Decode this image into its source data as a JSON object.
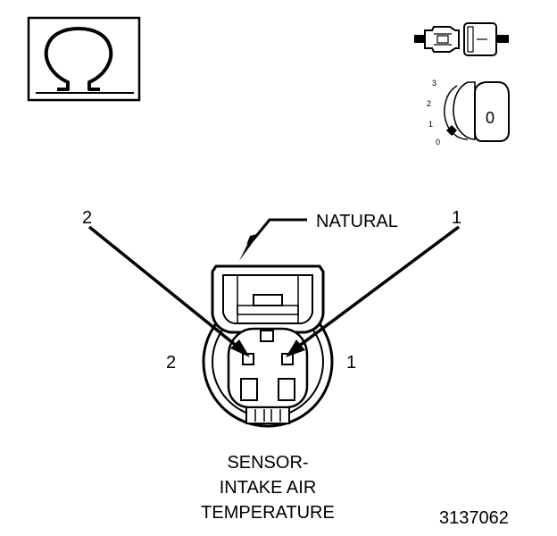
{
  "meter_symbol": {
    "glyph": "Ω",
    "icon": "ohm-icon"
  },
  "ignition_key": {
    "icon": "ignition-key-icon",
    "positions": [
      "3",
      "2",
      "1",
      "0"
    ],
    "key_label": "0"
  },
  "connector_icon": {
    "icon": "disconnected-connector-icon"
  },
  "callouts": {
    "natural": "NATURAL",
    "pin2_outer": "2",
    "pin1_outer": "1",
    "pin2_inner": "2",
    "pin1_inner": "1"
  },
  "caption": {
    "line1": "SENSOR-",
    "line2": "INTAKE AIR",
    "line3": "TEMPERATURE"
  },
  "figure_number": "3137062"
}
